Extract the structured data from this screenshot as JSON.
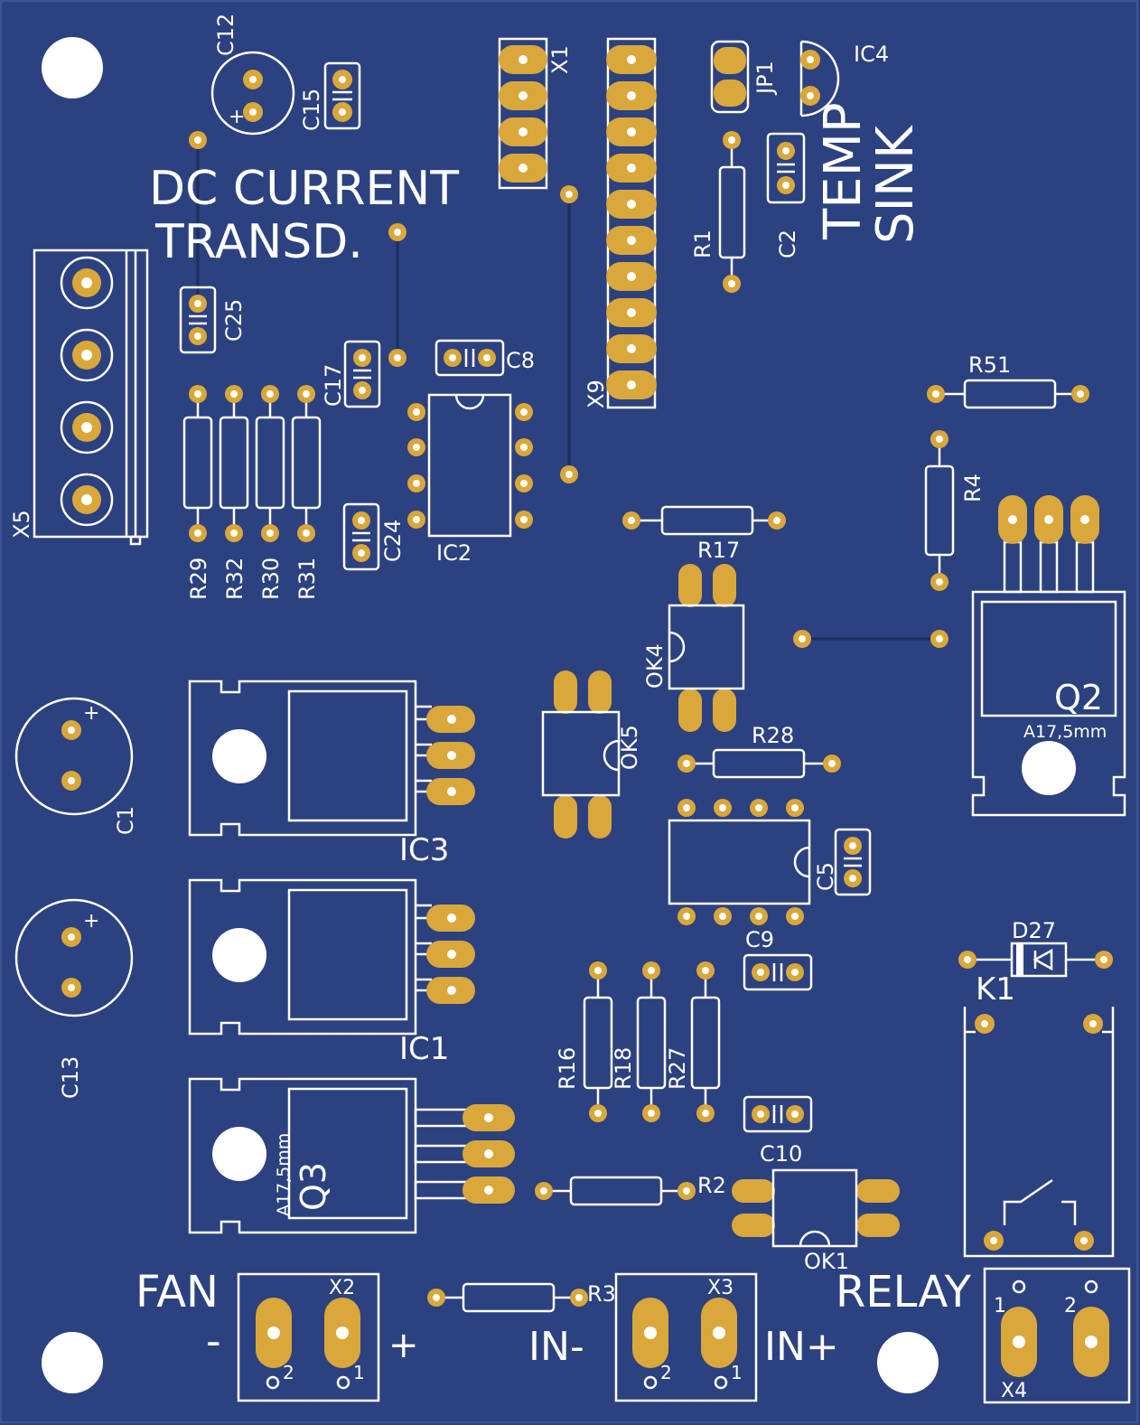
{
  "board": {
    "title_line1": "DC CURRENT",
    "title_line2": "TRANSD.",
    "temp_label": "TEMP",
    "sink_label": "SINK",
    "fan_label": "FAN",
    "relay_label": "RELAY",
    "in_minus": "IN-",
    "in_plus": "IN+",
    "minus": "-",
    "plus": "+",
    "heatsink_note": "A17,5mm",
    "pin1": "1",
    "pin2": "2",
    "cap_plus": "+"
  },
  "components": {
    "C12": "C12",
    "C15": "C15",
    "X1": "X1",
    "JP1": "JP1",
    "IC4": "IC4",
    "R1": "R1",
    "C2": "C2",
    "X5": "X5",
    "C25": "C25",
    "C17": "C17",
    "C8": "C8",
    "X9": "X9",
    "R29": "R29",
    "R32": "R32",
    "R30": "R30",
    "R31": "R31",
    "C24": "C24",
    "IC2": "IC2",
    "R51": "R51",
    "R4": "R4",
    "Q2": "Q2",
    "R17": "R17",
    "OK4": "OK4",
    "OK5": "OK5",
    "R28": "R28",
    "C1": "C1",
    "IC3": "IC3",
    "C5": "C5",
    "C13": "C13",
    "IC1": "IC1",
    "C9": "C9",
    "D27": "D27",
    "K1": "K1",
    "R16": "R16",
    "R18": "R18",
    "R27": "R27",
    "Q3": "Q3",
    "C10": "C10",
    "R2": "R2",
    "OK1": "OK1",
    "R3": "R3",
    "X2": "X2",
    "X3": "X3",
    "X4": "X4"
  },
  "colors": {
    "board": "#2c417f",
    "pad": "#d9a73a",
    "silkscreen": "#ffffff"
  }
}
